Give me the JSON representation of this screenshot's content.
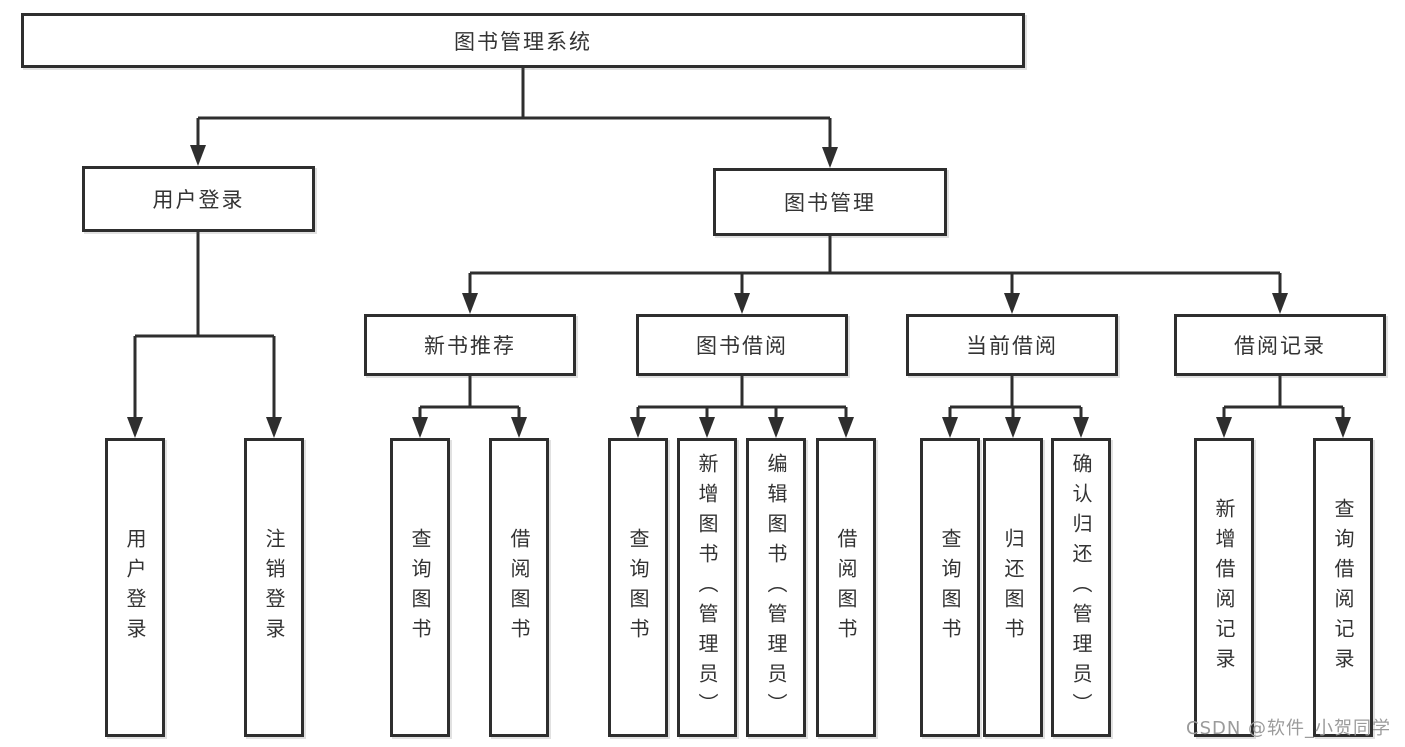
{
  "nodes": {
    "root": "图书管理系统",
    "level2": {
      "user_login": "用户登录",
      "book_mgmt": "图书管理"
    },
    "level3": {
      "new_books": "新书推荐",
      "book_borrow": "图书借阅",
      "current_borrow": "当前借阅",
      "borrow_records": "借阅记录"
    },
    "leaves": {
      "user_login": [
        "用户登录",
        "注销登录"
      ],
      "new_books": [
        "查询图书",
        "借阅图书"
      ],
      "book_borrow": [
        "查询图书",
        "新增图书（管理员）",
        "编辑图书（管理员）",
        "借阅图书"
      ],
      "current_borrow": [
        "查询图书",
        "归还图书",
        "确认归还（管理员）"
      ],
      "borrow_records": [
        "新增借阅记录",
        "查询借阅记录"
      ]
    }
  },
  "colors": {
    "line": "#2e2e2e",
    "text": "#333333",
    "watermark": "#9b9b9b"
  },
  "watermark": "CSDN @软件_小贺同学"
}
